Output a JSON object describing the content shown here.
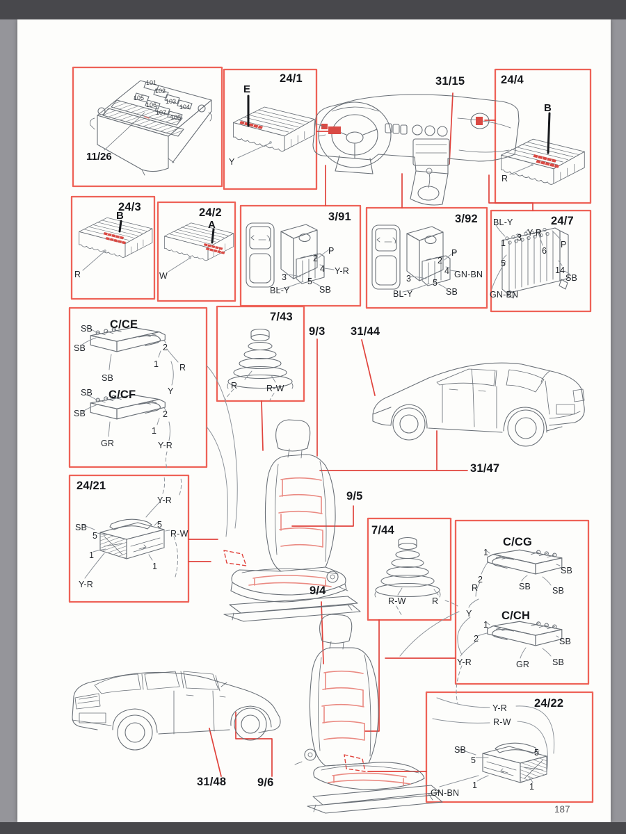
{
  "colors": {
    "accent_red": "#e0433c",
    "panel_border_red": "#ee6257",
    "ink": "#23272c"
  },
  "page": {
    "number": "187"
  },
  "callouts": {
    "c31_15": "31/15",
    "c9_3": "9/3",
    "c31_44": "31/44",
    "c31_47": "31/47",
    "c9_5": "9/5",
    "c9_4": "9/4",
    "c31_48": "31/48",
    "c9_6": "9/6"
  },
  "panels": {
    "fusebox": {
      "label": "11/26",
      "relays": [
        "101",
        "102",
        "105",
        "106",
        "103",
        "107",
        "104",
        "108"
      ]
    },
    "p24_1": {
      "title": "24/1",
      "conn": "E",
      "wire": "Y"
    },
    "p24_4": {
      "title": "24/4",
      "conn": "B",
      "wire": "R"
    },
    "p24_3": {
      "title": "24/3",
      "conn": "B",
      "wire": "R"
    },
    "p24_2": {
      "title": "24/2",
      "conn": "A",
      "wire": "W"
    },
    "p3_91": {
      "title": "3/91",
      "pin2": "2",
      "pin4": "4",
      "pin3": "3",
      "pin5": "5",
      "wire_p": "P",
      "wire_yr": "Y-R",
      "wire_bly": "BL-Y",
      "wire_sb": "SB"
    },
    "p3_92": {
      "title": "3/92",
      "pin2": "2",
      "pin4": "4",
      "pin3": "3",
      "pin5": "5",
      "wire_p": "P",
      "wire_gnbn": "GN-BN",
      "wire_bly": "BL-Y",
      "wire_sb": "SB"
    },
    "p24_7": {
      "title": "24/7",
      "pin1": "1",
      "pin3": "3",
      "pin6": "6",
      "pin5": "5",
      "pin14": "14",
      "wire_bly": "BL-Y",
      "wire_yr": "Y-R",
      "wire_p": "P",
      "wire_gnbn": "GN-BN",
      "wire_sb": "SB"
    },
    "cce": {
      "title": "C/CE",
      "sb_a": "SB",
      "sb_b": "SB",
      "sb_c": "SB",
      "pin2": "2",
      "pin1": "1",
      "wire_r": "R",
      "wire_y": "Y"
    },
    "ccf": {
      "title": "C/CF",
      "sb_a": "SB",
      "sb_b": "SB",
      "gr": "GR",
      "pin2": "2",
      "pin1": "1",
      "wire_yr": "Y-R"
    },
    "p7_43": {
      "title": "7/43",
      "wire_r": "R",
      "wire_rw": "R-W"
    },
    "p7_44": {
      "title": "7/44",
      "wire_rw": "R-W",
      "wire_r": "R"
    },
    "p24_21": {
      "title": "24/21",
      "wire_sb": "SB",
      "pin5_l": "5",
      "pin1_l": "1",
      "wire_yr_b": "Y-R",
      "wire_yr_t": "Y-R",
      "pin5_r": "5",
      "wire_rw": "R-W",
      "pin1_r": "1"
    },
    "ccg": {
      "title": "C/CG",
      "pin1": "1",
      "pin2": "2",
      "wire_r": "R",
      "sb_a": "SB",
      "sb_b": "SB",
      "sb_c": "SB",
      "wire_y": "Y"
    },
    "cch": {
      "title": "C/CH",
      "pin1": "1",
      "pin2": "2",
      "wire_yr": "Y-R",
      "gr": "GR",
      "sb_a": "SB",
      "sb_b": "SB"
    },
    "p24_22": {
      "title": "24/22",
      "wire_yr": "Y-R",
      "wire_rw": "R-W",
      "wire_sb": "SB",
      "pin5_l": "5",
      "pin5_r": "5",
      "pin1_l": "1",
      "pin1_r": "1",
      "wire_gnbn": "GN-BN"
    }
  }
}
